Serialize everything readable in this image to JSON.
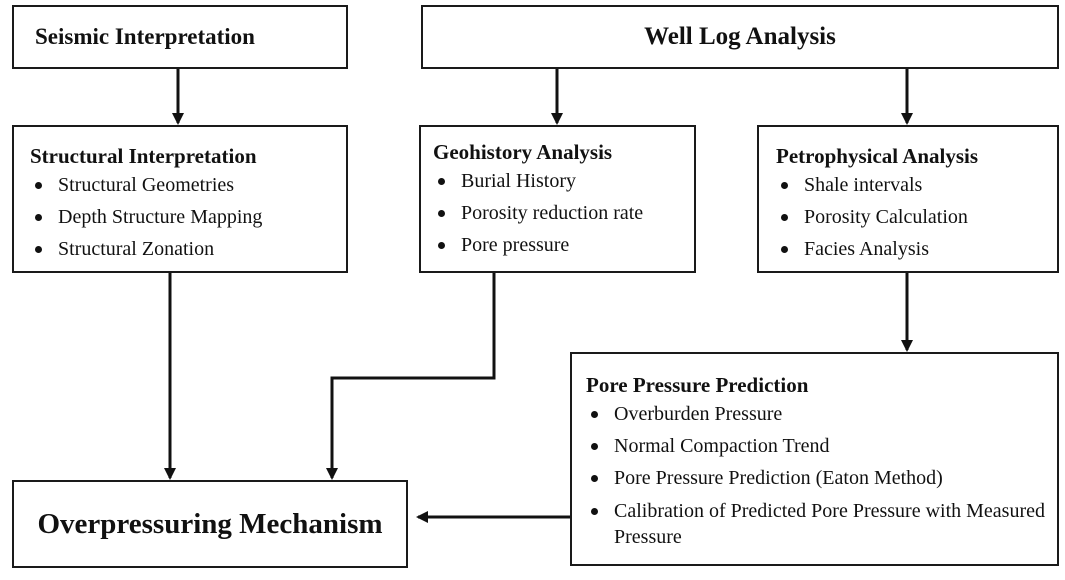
{
  "nodes": {
    "seismic": {
      "title": "Seismic Interpretation"
    },
    "welllog": {
      "title": "Well Log Analysis"
    },
    "structural": {
      "title": "Structural Interpretation",
      "items": [
        "Structural Geometries",
        "Depth Structure Mapping",
        "Structural Zonation"
      ]
    },
    "geohistory": {
      "title": "Geohistory Analysis",
      "items": [
        "Burial History",
        "Porosity reduction rate",
        "Pore pressure"
      ]
    },
    "petrophysical": {
      "title": "Petrophysical Analysis",
      "items": [
        "Shale intervals",
        "Porosity Calculation",
        "Facies Analysis"
      ]
    },
    "porepressure": {
      "title": "Pore Pressure Prediction",
      "items": [
        "Overburden Pressure",
        "Normal Compaction Trend",
        "Pore Pressure Prediction (Eaton Method)",
        "Calibration of Predicted Pore Pressure with Measured Pressure"
      ]
    },
    "overpressuring": {
      "title": "Overpressuring Mechanism"
    }
  }
}
